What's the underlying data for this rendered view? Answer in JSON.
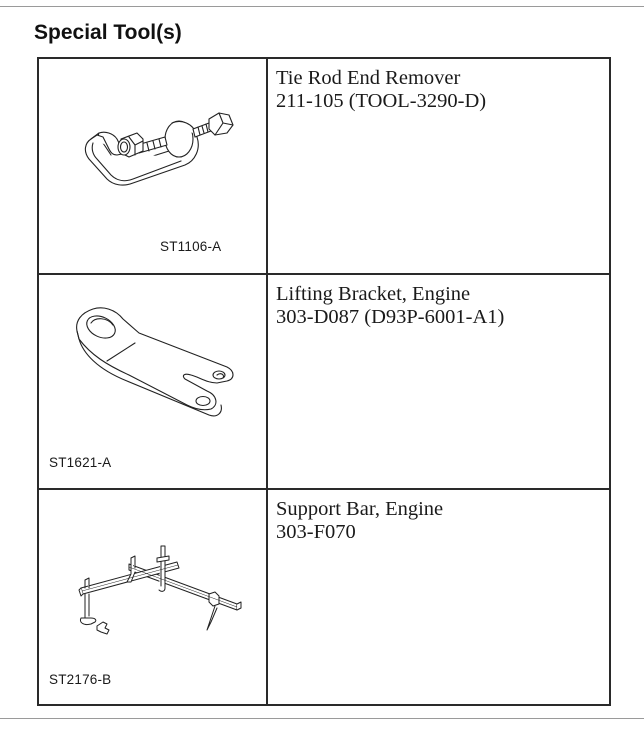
{
  "heading": "Special Tool(s)",
  "tools": [
    {
      "name": "Tie Rod End Remover",
      "number": "211-105 (TOOL-3290-D)",
      "illustration_id": "ST1106-A",
      "icon": "tie-rod-end-remover-icon"
    },
    {
      "name": "Lifting Bracket, Engine",
      "number": "303-D087 (D93P-6001-A1)",
      "illustration_id": "ST1621-A",
      "icon": "lifting-bracket-icon"
    },
    {
      "name": "Support Bar, Engine",
      "number": "303-F070",
      "illustration_id": "ST2176-B",
      "icon": "engine-support-bar-icon"
    }
  ]
}
